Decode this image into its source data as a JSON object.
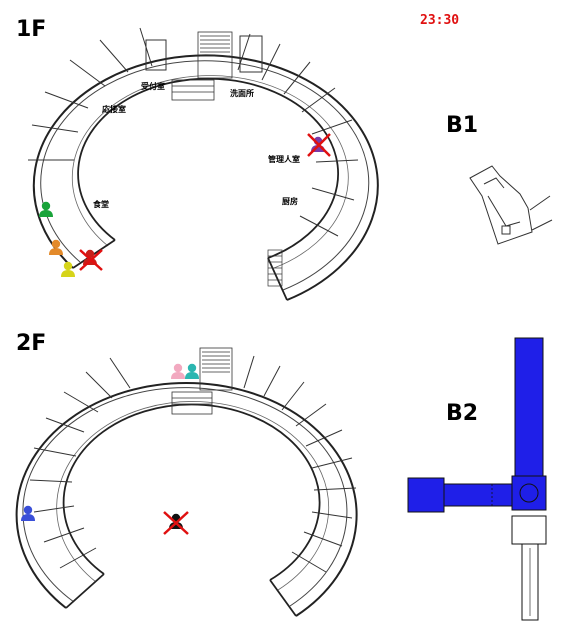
{
  "time": "23:30",
  "floors": {
    "f1": {
      "label": "1F"
    },
    "f2": {
      "label": "2F"
    },
    "b1": {
      "label": "B1"
    },
    "b2": {
      "label": "B2"
    }
  },
  "rooms_1f": {
    "reception": "受付室",
    "washroom": "洗面所",
    "parlor": "応接室",
    "manager": "管理人室",
    "dining": "食堂",
    "kitchen": "厨房"
  },
  "colors": {
    "time": "#e01010",
    "cross": "#e01010",
    "b2_passage": "#1f1fe8",
    "char_green": "#19a33a",
    "char_orange": "#e38a2a",
    "char_yellow": "#d6d41a",
    "char_red": "#c8201a",
    "char_purple": "#7a3aa8",
    "char_pink": "#f2a9c0",
    "char_teal": "#2bb6b0",
    "char_blue": "#3a4fd8",
    "char_black": "#111111"
  },
  "characters": [
    {
      "id": "green",
      "floor": "1F",
      "status": "alive"
    },
    {
      "id": "orange",
      "floor": "1F",
      "status": "alive"
    },
    {
      "id": "yellow",
      "floor": "1F",
      "status": "alive"
    },
    {
      "id": "red",
      "floor": "1F",
      "status": "dead"
    },
    {
      "id": "purple",
      "floor": "1F",
      "status": "dead"
    },
    {
      "id": "pink",
      "floor": "2F",
      "status": "alive"
    },
    {
      "id": "teal",
      "floor": "2F",
      "status": "alive"
    },
    {
      "id": "blue",
      "floor": "2F",
      "status": "alive"
    },
    {
      "id": "black",
      "floor": "2F",
      "status": "dead"
    }
  ]
}
